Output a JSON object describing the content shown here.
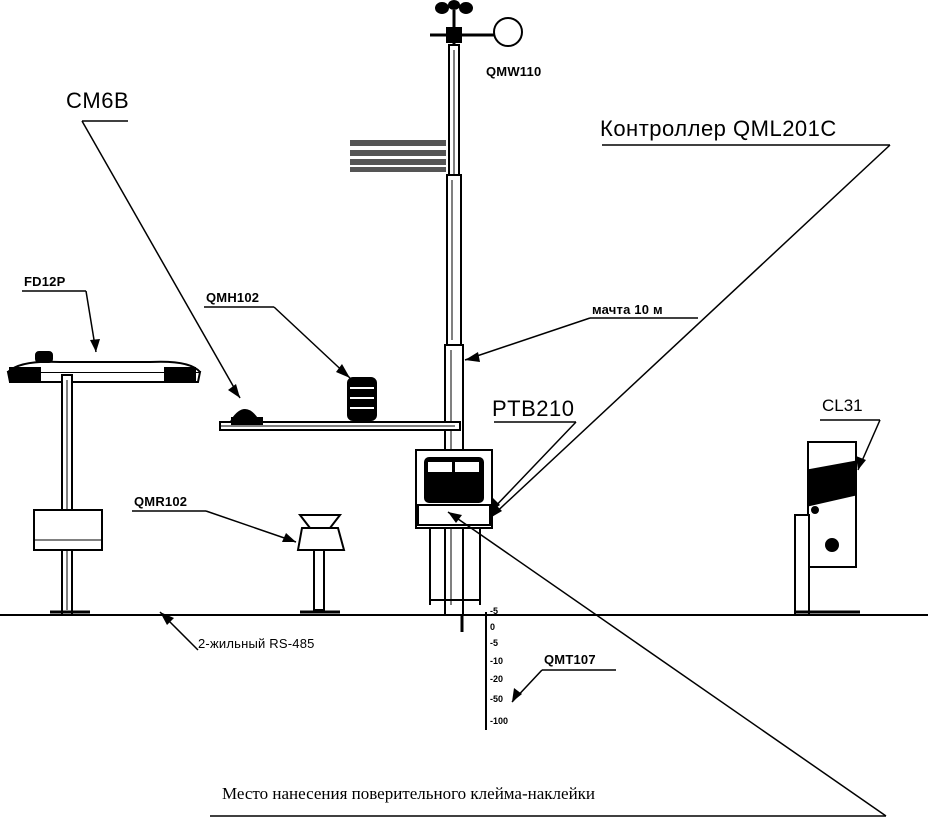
{
  "labels": {
    "qmw110": "QMW110",
    "cm6b": "CM6B",
    "controller": "Контроллер QML201C",
    "fd12p": "FD12P",
    "qmh102": "QMH102",
    "mast": "мачта 10 м",
    "ptb210": "PTB210",
    "cl31": "CL31",
    "qmr102": "QMR102",
    "rs485": "2-жильный RS-485",
    "qmt107": "QMT107"
  },
  "depth_scale": [
    "-5",
    "0",
    "-5",
    "-10",
    "-20",
    "-50",
    "-100"
  ],
  "caption": "Место нанесения поверительного клейма-наклейки"
}
